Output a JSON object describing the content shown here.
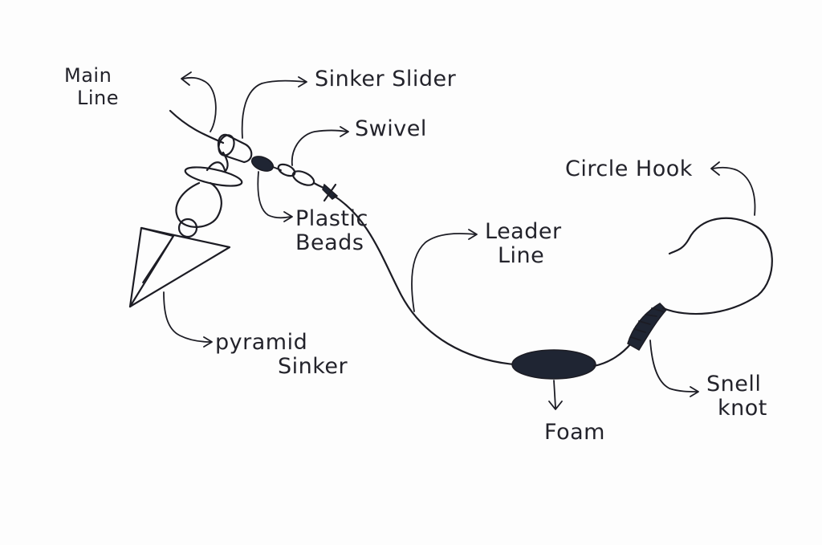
{
  "labels": {
    "main_line": [
      "Main",
      "Line"
    ],
    "sinker_slider": "Sinker Slider",
    "swivel": "Swivel",
    "plastic_beads": [
      "Plastic",
      "Beads"
    ],
    "pyramid_sinker": [
      "pyramid",
      "Sinker"
    ],
    "leader_line": [
      "Leader",
      "Line"
    ],
    "foam": "Foam",
    "circle_hook": "Circle Hook",
    "snell_knot": [
      "Snell",
      "knot"
    ]
  }
}
